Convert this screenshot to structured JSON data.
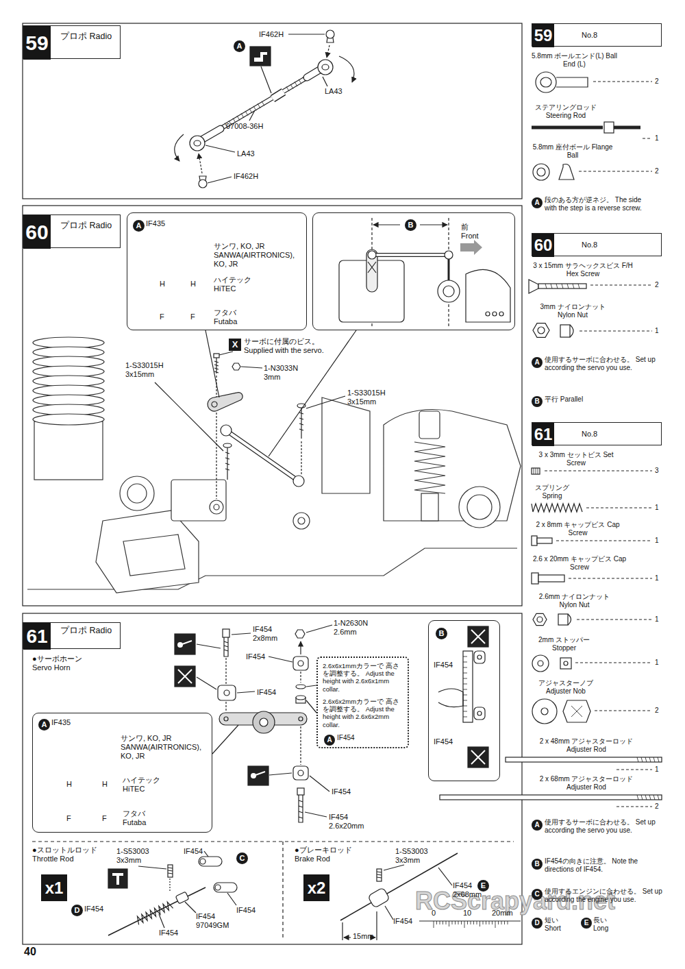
{
  "diagram": {
    "nodes": [
      {
        "text": [
          "59",
          "プロポ Radio"
        ]
      },
      {
        "text": [
          "60",
          "プロポ Radio"
        ]
      },
      {
        "text": [
          "A",
          "IF435",
          "サンワ, KO, JR SANWA(AIRTRONICS), KO, JR",
          "H",
          "H",
          "ハイテック HiTEC",
          "F",
          "F",
          "フタバ Futaba"
        ]
      },
      {
        "text": [
          "B",
          "前 Front"
        ]
      },
      {
        "text": [
          "61",
          "プロポ Radio"
        ]
      },
      {
        "text": [
          "2.6x6x1mmカラーで 高さを調整する。 Adjust the height with 2.6x6x1mm collar.",
          "2.6x6x2mmカラーで 高さを調整する。 Adjust the height with 2.6x6x2mm collar.",
          "A",
          "IF454"
        ]
      },
      {
        "text": [
          "B",
          "IF454",
          "IF454"
        ]
      },
      {
        "text": [
          "A",
          "IF435",
          "サンワ, KO, JR SANWA(AIRTRONICS), KO, JR",
          "H",
          "H",
          "ハイテック HiTEC",
          "F",
          "F",
          "フタバ Futaba"
        ]
      },
      {
        "text": [
          "x1"
        ]
      },
      {
        "text": [
          "x2"
        ]
      },
      {
        "text": [
          "59",
          "No.8"
        ]
      },
      {
        "text": [
          "60",
          "No.8"
        ]
      },
      {
        "text": [
          "61",
          "No.8"
        ]
      }
    ],
    "labels": [
      "IF462H",
      "A",
      "LA43",
      "97008-36H",
      "LA43",
      "IF462H",
      "1-S33015H 3x15mm",
      "X",
      "サーボに付属のビス。 Supplied with the servo.",
      "1-N3033N 3mm",
      "1-S33015H 3x15mm",
      "●サーボホーン Servo Horn",
      "IF454 2x8mm",
      "IF454",
      "IF454",
      "1-N2630N 2.6mm",
      "IF454",
      "IF454 2.6x20mm",
      "●スロットルロッド Throttle Rod",
      "1-S53003 3x3mm",
      "IF454",
      "C",
      "IF454",
      "D",
      "IF454",
      "IF454 97049GM",
      "IF454",
      "●ブレーキロッド Brake Rod",
      "1-S53003 3x3mm",
      "IF454 2x68mm",
      "E",
      "IF454",
      "15mm",
      "0",
      "10",
      "20mm",
      "RCScrapyard.net",
      "40",
      "5.8mm ボールエンド(L) Ball End (L)",
      "2",
      "ステアリングロッド Steering Rod",
      "1",
      "5.8mm 座付ボール Flange Ball",
      "2",
      "A",
      "段のある方が逆ネジ。 The side with the step is a reverse screw.",
      "3 x 15mm サラヘックスビス F/H Hex Screw",
      "2",
      "3mm ナイロンナット Nylon Nut",
      "1",
      "A",
      "使用するサーボに合わせる。 Set up according the servo you use.",
      "B",
      "平行 Parallel",
      "3 x 3mm セットビス Set Screw",
      "3",
      "スプリング Spring",
      "1",
      "2 x 8mm キャップビス Cap Screw",
      "1",
      "2.6 x 20mm キャップビス Cap Screw",
      "1",
      "2.6mm ナイロンナット Nylon Nut",
      "1",
      "2mm ストッパー Stopper",
      "1",
      "アジャスターノブ Adjuster Nob",
      "2",
      "2 x 48mm アジャスターロッド Adjuster Rod",
      "1",
      "2 x 68mm アジャスターロッド Adjuster Rod",
      "2",
      "A",
      "使用するサーボに合わせる。 Set up according the servo you use.",
      "B",
      "IF454の向きに注意。 Note the directions of IF454.",
      "C",
      "使用するエンジンに合わせる。 Set up according the engine you use.",
      "D",
      "短い Short",
      "E",
      "長い Long"
    ]
  }
}
